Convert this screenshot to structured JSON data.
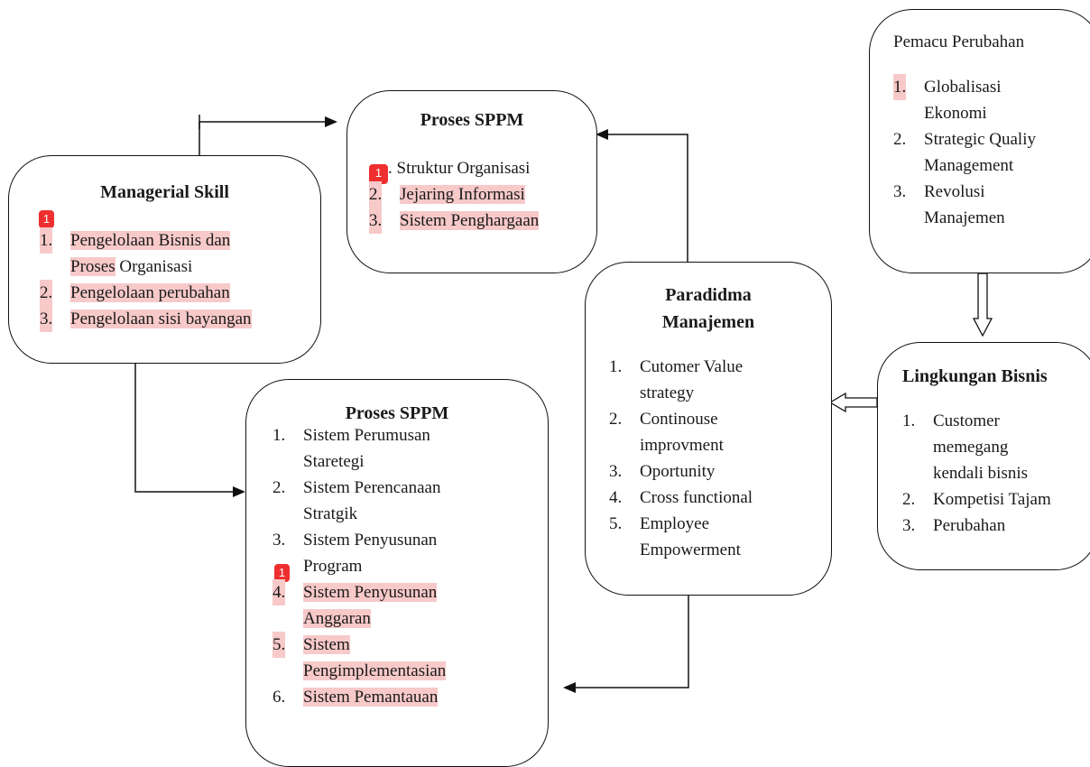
{
  "managerial_skill": {
    "title": "Managerial Skill",
    "badge": "1",
    "items": [
      {
        "num": "1.",
        "lines": [
          "Pengelolaan Bisnis dan"
        ],
        "line2_hl": "Proses",
        "line2_rest": " Organisasi"
      },
      {
        "num": "2.",
        "text": "Pengelolaan perubahan"
      },
      {
        "num": "3.",
        "text": "Pengelolaan sisi bayangan"
      }
    ]
  },
  "proses_sppm_top": {
    "title": "Proses SPPM",
    "badge": "1",
    "items": [
      {
        "num": ".",
        "text": " Struktur Organisasi"
      },
      {
        "num": "2.",
        "text": "Jejaring Informasi"
      },
      {
        "num": "3.",
        "text": "Sistem Penghargaan"
      }
    ]
  },
  "pemacu_perubahan": {
    "title": "Pemacu Perubahan",
    "items": [
      {
        "num": "1.",
        "text": [
          "Globalisasi",
          "Ekonomi"
        ]
      },
      {
        "num": "2.",
        "text": [
          "Strategic Qualiy",
          "Management"
        ]
      },
      {
        "num": "3.",
        "text": [
          "Revolusi",
          "Manajemen"
        ]
      }
    ]
  },
  "paradigma_manajemen": {
    "title_line1": "Paradidma",
    "title_line2": "Manajemen",
    "items": [
      {
        "num": "1.",
        "text": [
          "Cutomer Value",
          "strategy"
        ]
      },
      {
        "num": "2.",
        "text": [
          "Continouse",
          "improvment"
        ]
      },
      {
        "num": "3.",
        "text": [
          "Oportunity"
        ]
      },
      {
        "num": "4.",
        "text": [
          "Cross functional"
        ]
      },
      {
        "num": "5.",
        "text": [
          "Employee",
          "Empowerment"
        ]
      }
    ]
  },
  "lingkungan_bisnis": {
    "title": "Lingkungan Bisnis",
    "items": [
      {
        "num": "1.",
        "text": [
          "Customer",
          "memegang",
          "kendali bisnis"
        ]
      },
      {
        "num": "2.",
        "text": [
          "Kompetisi Tajam"
        ]
      },
      {
        "num": "3.",
        "text": [
          "Perubahan"
        ]
      }
    ]
  },
  "proses_sppm_bottom": {
    "title": "Proses SPPM",
    "badge": "1",
    "items": [
      {
        "num": "1.",
        "text": [
          "Sistem Perumusan",
          "Staretegi"
        ]
      },
      {
        "num": "2.",
        "text": [
          "Sistem Perencanaan",
          "Stratgik"
        ]
      },
      {
        "num": "3.",
        "text": [
          "Sistem Penyusunan",
          "Program"
        ]
      },
      {
        "num": "4.",
        "text": [
          "Sistem Penyusunan",
          "Anggaran"
        ]
      },
      {
        "num": "5.",
        "text": [
          "Sistem",
          "Pengimplementasian"
        ]
      },
      {
        "num": "6.",
        "text": [
          "Sistem Pemantauan"
        ]
      }
    ]
  },
  "colors": {
    "highlight": "#f7c9c9",
    "badge": "#ef2f2f",
    "line": "#111111"
  }
}
